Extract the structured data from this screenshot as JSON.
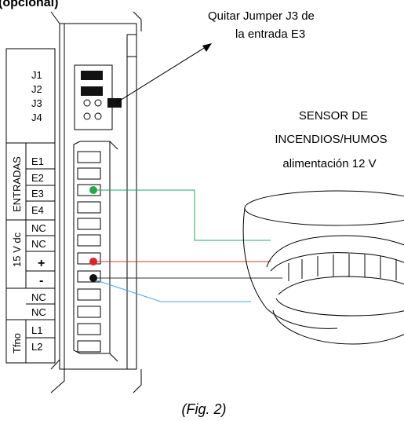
{
  "header_fragment": "(opcional)",
  "jumper_labels": [
    "J1",
    "J2",
    "J3",
    "J4"
  ],
  "jumper_note": [
    "Quitar Jumper J3 de",
    "la entrada E3"
  ],
  "entradas_group": "ENTRADAS",
  "entradas_labels": [
    "E1",
    "E2",
    "E3",
    "E4"
  ],
  "power_group": "15 V dc",
  "power_labels": [
    "NC",
    "NC",
    "+",
    "-"
  ],
  "nc_labels": [
    "NC",
    "NC"
  ],
  "tfno_group": "Tfno",
  "tfno_labels": [
    "L1",
    "L2"
  ],
  "sensor_title": [
    "SENSOR DE",
    "INCENDIOS/HUMOS",
    "alimentación 12 V"
  ],
  "caption": "(Fig. 2)",
  "colors": {
    "green_wire": "#22aa66",
    "red_wire": "#dd3333",
    "black_wire": "#333333",
    "blue_wire": "#44aadd",
    "green_dot": "#22aa44",
    "red_dot": "#dd2222"
  }
}
